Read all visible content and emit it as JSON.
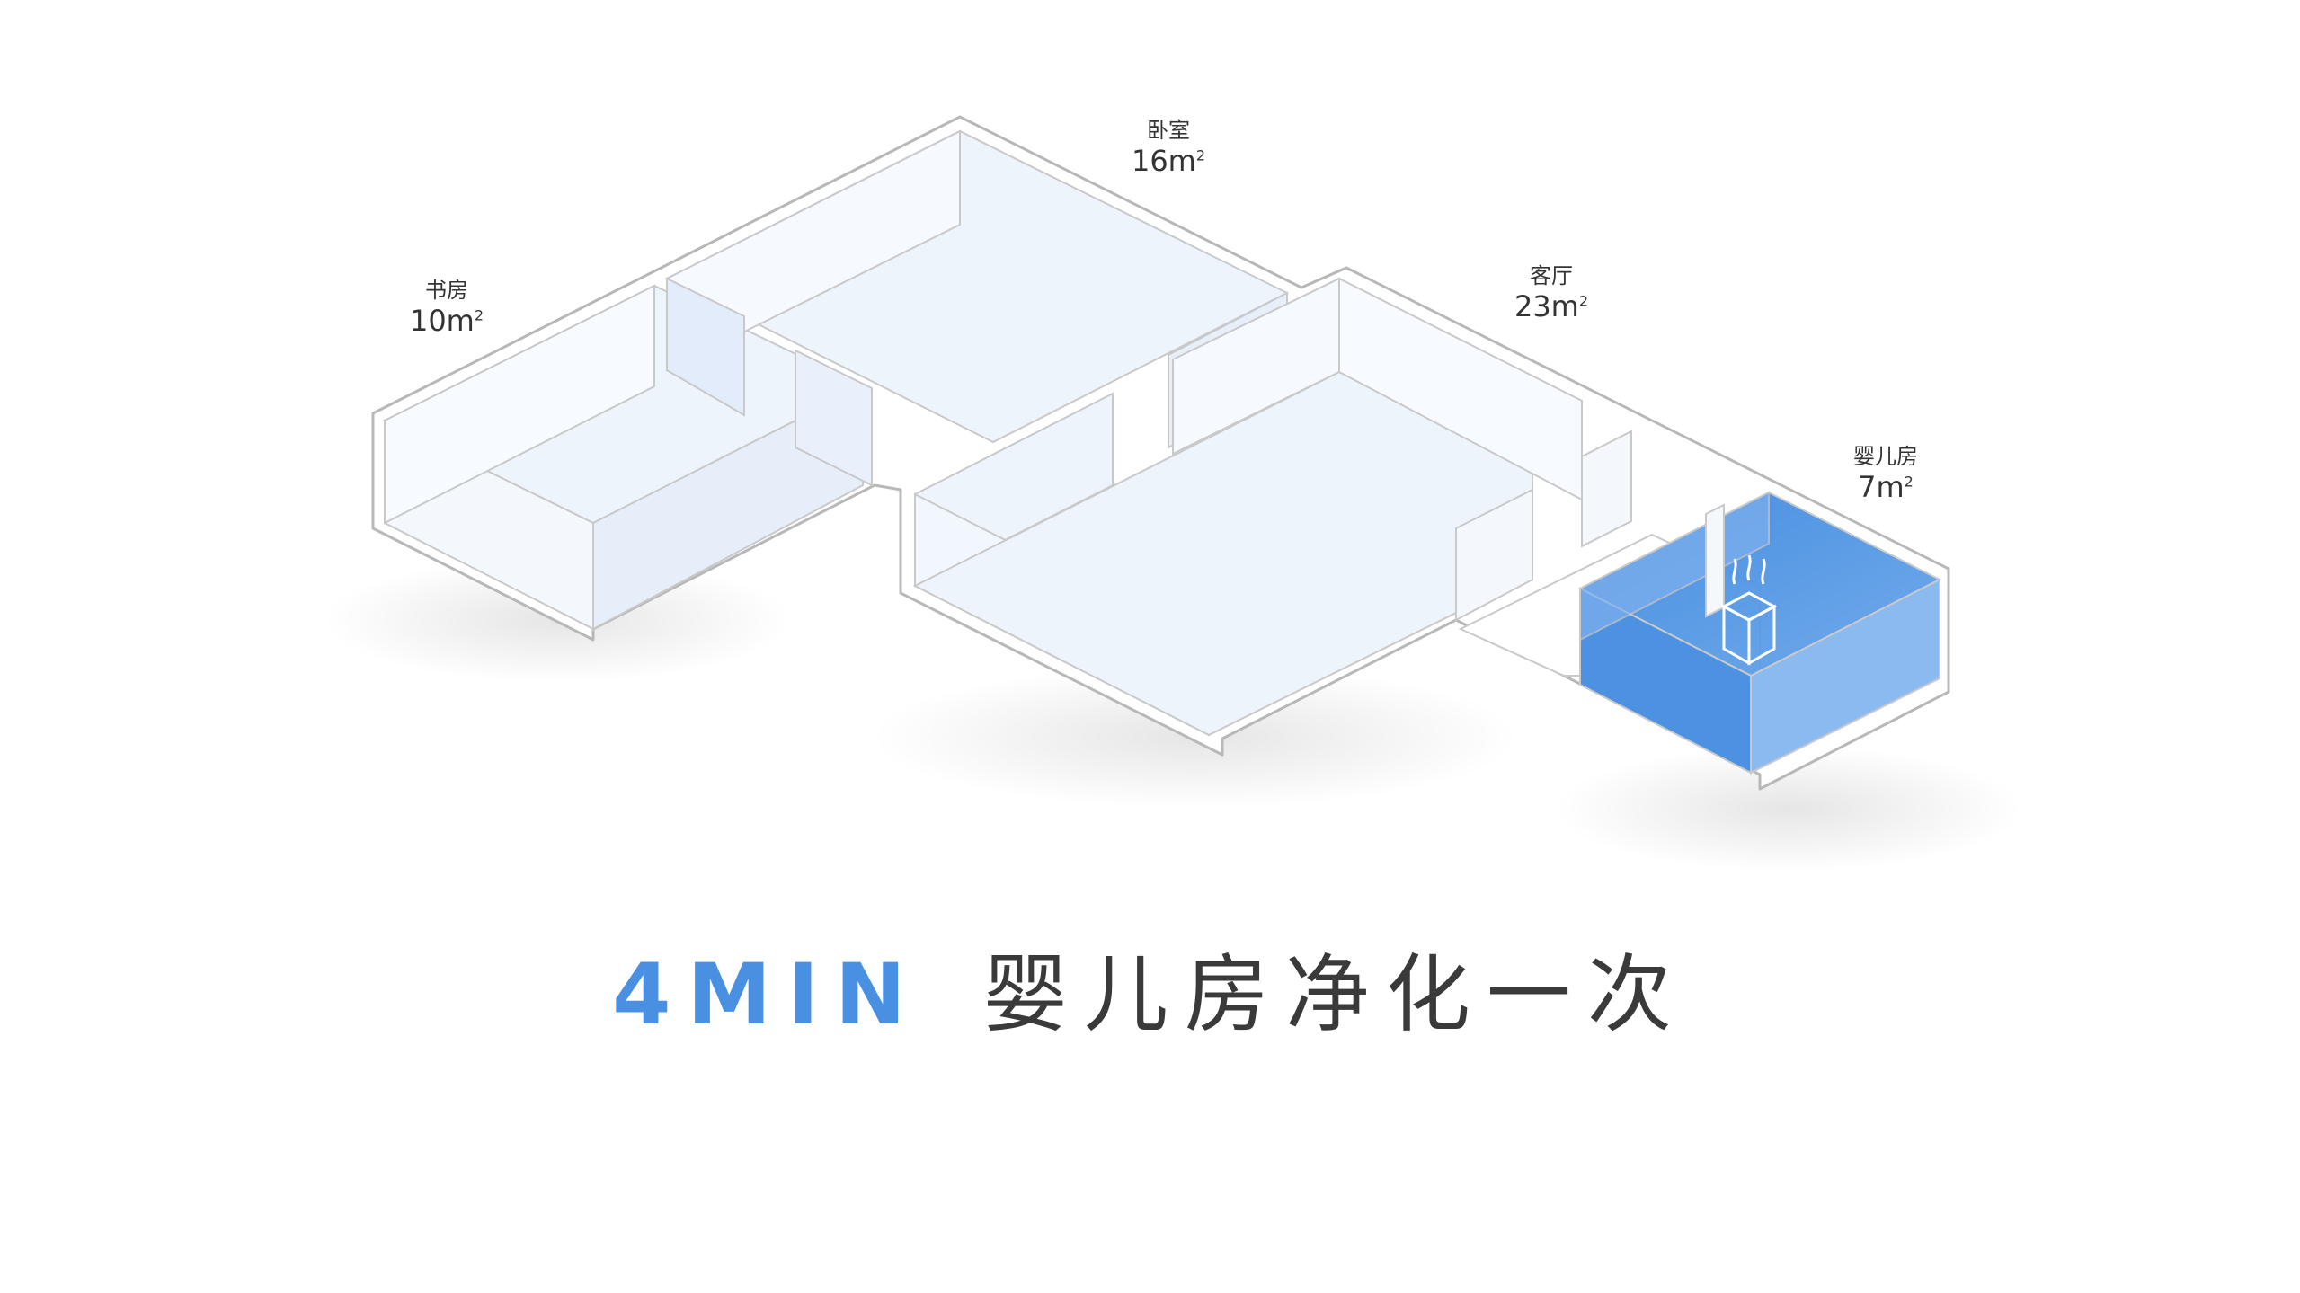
{
  "rooms": {
    "study": {
      "name": "书房",
      "area_value": "10m",
      "area_sup": "2"
    },
    "bedroom": {
      "name": "卧室",
      "area_value": "16m",
      "area_sup": "2"
    },
    "living": {
      "name": "客厅",
      "area_value": "23m",
      "area_sup": "2"
    },
    "nursery": {
      "name": "婴儿房",
      "area_value": "7m",
      "area_sup": "2"
    }
  },
  "headline": {
    "accent": "4MIN",
    "text": "婴儿房净化一次"
  },
  "colors": {
    "accent": "#4a90e2",
    "nursery_fill": "#4a90e2",
    "wall": "#b8b8b8",
    "room_fill": "#eef4fc"
  }
}
